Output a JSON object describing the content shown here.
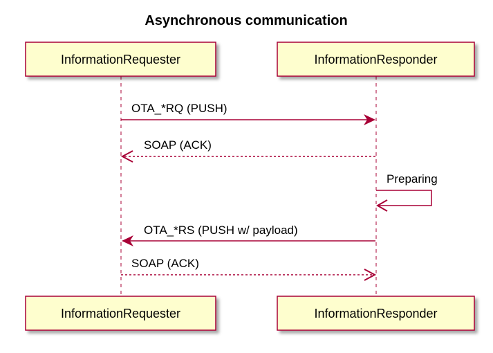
{
  "title": "Asynchronous communication",
  "participants": {
    "requester": {
      "label": "InformationRequester"
    },
    "responder": {
      "label": "InformationResponder"
    }
  },
  "messages": [
    {
      "label": "OTA_*RQ (PUSH)",
      "from": "requester",
      "to": "responder",
      "style": "solid"
    },
    {
      "label": "SOAP (ACK)",
      "from": "responder",
      "to": "requester",
      "style": "dashed"
    },
    {
      "label": "Preparing",
      "from": "responder",
      "to": "responder",
      "style": "solid"
    },
    {
      "label": "OTA_*RS (PUSH w/ payload)",
      "from": "responder",
      "to": "requester",
      "style": "solid"
    },
    {
      "label": "SOAP (ACK)",
      "from": "requester",
      "to": "responder",
      "style": "dashed"
    }
  ],
  "colors": {
    "participant_fill": "#FEFECE",
    "participant_border": "#A80036",
    "arrow": "#A80036",
    "text": "#000000"
  }
}
